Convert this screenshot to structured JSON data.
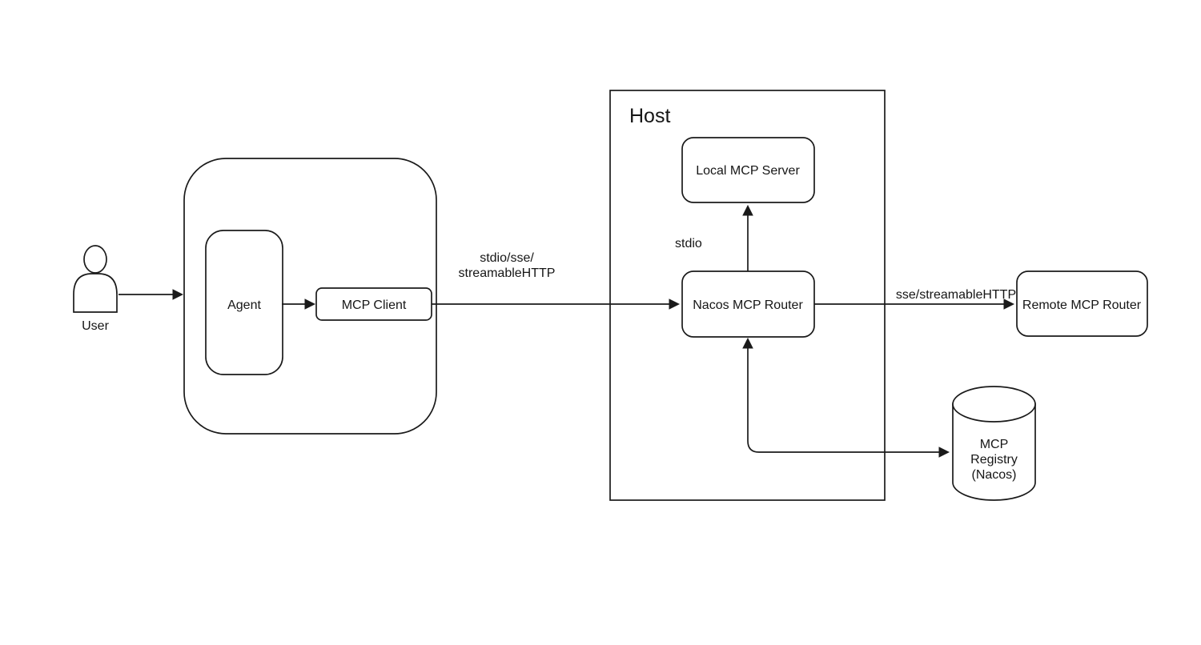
{
  "colors": {
    "background": "#ffffff",
    "line": "#1a1a1a",
    "text": "#161616",
    "shape_fill": "#ffffff"
  },
  "nodes": {
    "user": {
      "label": "User"
    },
    "agent": {
      "label": "Agent"
    },
    "mcp_client": {
      "label": "MCP Client"
    },
    "host": {
      "title": "Host"
    },
    "local_mcp_server": {
      "label": "Local MCP Server"
    },
    "nacos_mcp_router": {
      "label": "Nacos MCP Router"
    },
    "remote_mcp_router": {
      "label": "Remote MCP Router"
    },
    "mcp_registry": {
      "label_line1": "MCP",
      "label_line2": "Registry",
      "label_line3": "(Nacos)"
    }
  },
  "edges": {
    "mcp_client_to_nacos_router": {
      "label_line1": "stdio/sse/",
      "label_line2": "streamableHTTP"
    },
    "nacos_router_to_local_server": {
      "label": "stdio"
    },
    "nacos_router_to_remote_router": {
      "label": "sse/streamableHTTP"
    }
  }
}
